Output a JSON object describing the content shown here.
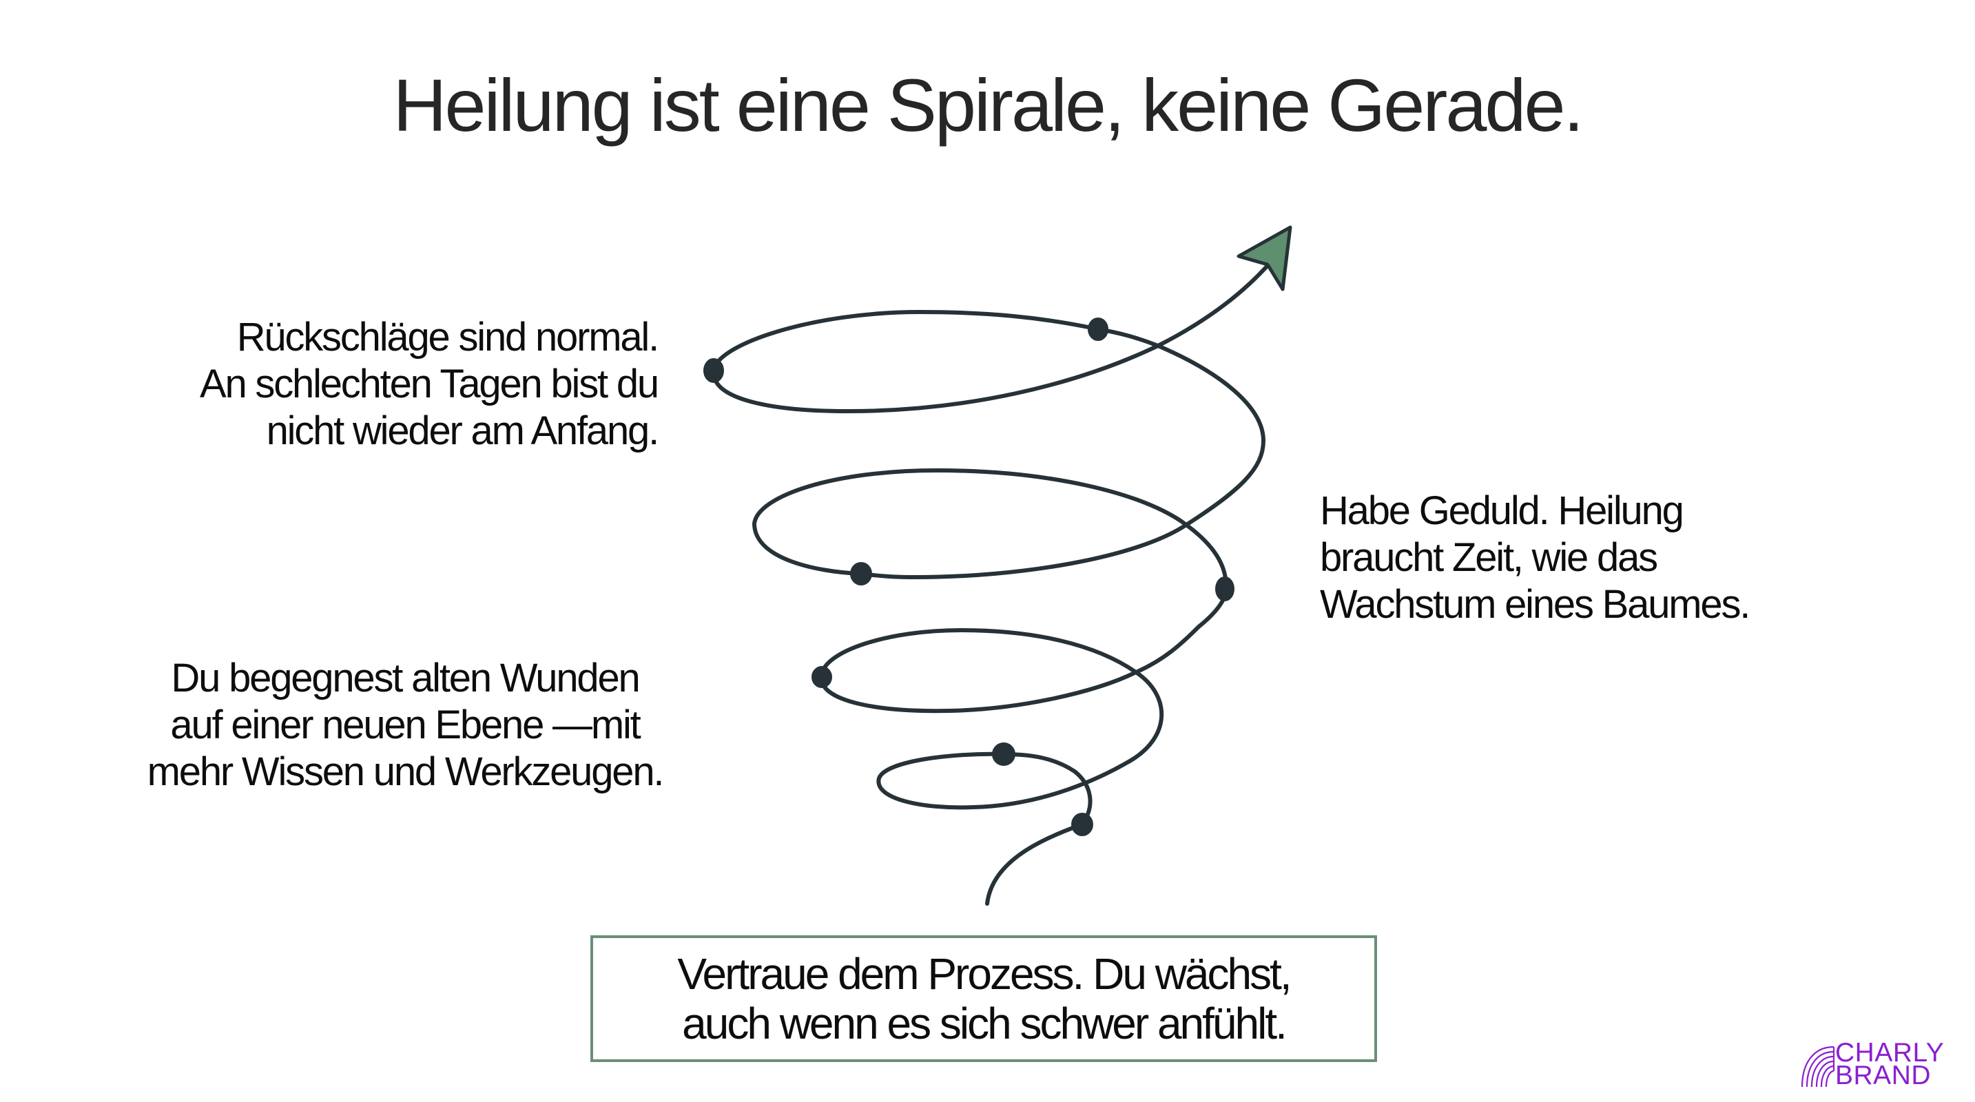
{
  "slide": {
    "title": "Heilung ist eine Spirale, keine Gerade.",
    "background": "#ffffff"
  },
  "notes": {
    "setbacks": {
      "lines": [
        "Rückschläge sind normal.",
        "An schlechten Tagen bist du",
        "nicht wieder am Anfang."
      ],
      "align": "right"
    },
    "wounds": {
      "lines": [
        "Du begegnest alten Wunden",
        "auf einer neuen Ebene —mit",
        "mehr Wissen und Werkzeugen."
      ],
      "align": "center"
    },
    "patience": {
      "lines": [
        "Habe Geduld. Heilung",
        "braucht Zeit, wie das",
        "Wachstum eines Baumes."
      ],
      "align": "left"
    }
  },
  "callout": {
    "lines": [
      "Vertraue dem Prozess. Du wächst,",
      "auch wenn es sich schwer anfühlt."
    ],
    "border_color": "#6b8f78"
  },
  "spiral": {
    "stroke_color": "#263238",
    "arrow_color": "#5e8f6e",
    "milestone_count": 7,
    "icon": "upward-spiral-arrow"
  },
  "logo": {
    "line1": "CHARLY",
    "line2": "BRAND",
    "color": "#8b1fd0",
    "icon": "concentric-arcs-icon"
  }
}
